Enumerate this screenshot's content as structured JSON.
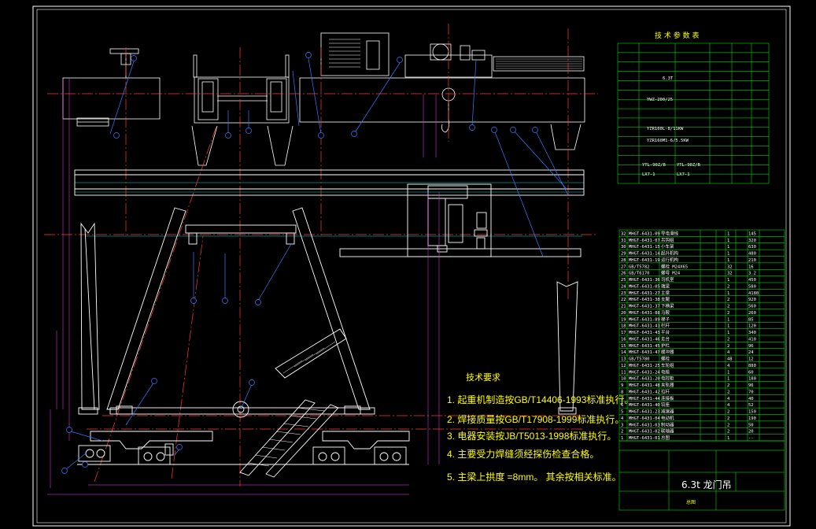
{
  "drawing": {
    "params_title": "技 术 参 数 表",
    "params_cells": [
      "YTL-90Z/B",
      "YTL-90Z/B",
      "LX7-1",
      "LX7-1",
      "6.3T",
      "YZR160L-8/11KW",
      "YZR160M1-6/5.5KW",
      "YWZ-200/25"
    ],
    "notes_title": "技术要求",
    "notes": [
      "1. 起重机制造按GB/T14406-1993标准执行。",
      "2. 焊接质量按GB/T17908-1999标准执行。",
      "3. 电器安装按JB/T5013-1998标准执行。",
      "4. 主要受力焊缝须经探伤检查合格。",
      "5. 主梁上拱度 =8mm。 其余按相关标准。"
    ],
    "bom_rows": [
      {
        "no": "32",
        "code": "MHGT-6431-09",
        "name": "导电滑线",
        "qty": "1",
        "wt": "145"
      },
      {
        "no": "31",
        "code": "MHGT-6431-07",
        "name": "吊钩组",
        "qty": "1",
        "wt": "320"
      },
      {
        "no": "30",
        "code": "MHGT-6431-15",
        "name": "小车架",
        "qty": "1",
        "wt": "630"
      },
      {
        "no": "29",
        "code": "MHGT-6431-14",
        "name": "起升机构",
        "qty": "1",
        "wt": "480"
      },
      {
        "no": "28",
        "code": "MHGT-6431-19",
        "name": "运行机构",
        "qty": "1",
        "wt": "210"
      },
      {
        "no": "27",
        "code": "GB/T5782",
        "name": "螺栓 M24X65",
        "qty": "32",
        "wt": "16"
      },
      {
        "no": "26",
        "code": "GB/T6170",
        "name": "螺母 M24",
        "qty": "32",
        "wt": "3.2"
      },
      {
        "no": "25",
        "code": "MHGT-6431-36",
        "name": "司机室",
        "qty": "1",
        "wt": "450"
      },
      {
        "no": "24",
        "code": "MHGT-6431-05",
        "name": "端梁",
        "qty": "2",
        "wt": "580"
      },
      {
        "no": "23",
        "code": "MHGT-6431-27",
        "name": "主梁",
        "qty": "1",
        "wt": "4180"
      },
      {
        "no": "22",
        "code": "MHGT-6431-38",
        "name": "支腿",
        "qty": "2",
        "wt": "920"
      },
      {
        "no": "21",
        "code": "MHGT-6431-37",
        "name": "下横梁",
        "qty": "2",
        "wt": "560"
      },
      {
        "no": "20",
        "code": "MHGT-6431-88",
        "name": "马鞍",
        "qty": "2",
        "wt": "260"
      },
      {
        "no": "19",
        "code": "MHGT-6431-89",
        "name": "梯子",
        "qty": "1",
        "wt": "85"
      },
      {
        "no": "18",
        "code": "MHGT-6431-41",
        "name": "栏杆",
        "qty": "1",
        "wt": "120"
      },
      {
        "no": "17",
        "code": "MHGT-6431-43",
        "name": "平台",
        "qty": "1",
        "wt": "340"
      },
      {
        "no": "16",
        "code": "MHGT-6431-46",
        "name": "走台",
        "qty": "2",
        "wt": "410"
      },
      {
        "no": "15",
        "code": "MHGT-6431-45",
        "name": "护栏",
        "qty": "2",
        "wt": "96"
      },
      {
        "no": "14",
        "code": "MHGT-6431-47",
        "name": "缓冲器",
        "qty": "4",
        "wt": "24"
      },
      {
        "no": "13",
        "code": "GB/T5780",
        "name": "螺栓",
        "qty": "48",
        "wt": "12"
      },
      {
        "no": "12",
        "code": "MHGT-6431-25",
        "name": "车轮组",
        "qty": "4",
        "wt": "880"
      },
      {
        "no": "11",
        "code": "MHGT-6431-24",
        "name": "电缆",
        "qty": "1",
        "wt": "60"
      },
      {
        "no": "10",
        "code": "MHGT-6431-20",
        "name": "电控柜",
        "qty": "1",
        "wt": "180"
      },
      {
        "no": "9",
        "code": "MHGT-6431-48",
        "name": "夹轨器",
        "qty": "2",
        "wt": "96"
      },
      {
        "no": "8",
        "code": "MHGT-6431-42",
        "name": "拉杆",
        "qty": "2",
        "wt": "70"
      },
      {
        "no": "7",
        "code": "MHGT-6431-44",
        "name": "连接板",
        "qty": "4",
        "wt": "40"
      },
      {
        "no": "6",
        "code": "MHGT-6431-40",
        "name": "铰座",
        "qty": "4",
        "wt": "52"
      },
      {
        "no": "5",
        "code": "MHGT-6431-23",
        "name": "减速器",
        "qty": "2",
        "wt": "150"
      },
      {
        "no": "4",
        "code": "MHGT-6431-04",
        "name": "电动机",
        "qty": "2",
        "wt": "190"
      },
      {
        "no": "3",
        "code": "MHGT-6431-03",
        "name": "制动器",
        "qty": "2",
        "wt": "50"
      },
      {
        "no": "2",
        "code": "MHGT-6431-02",
        "name": "联轴器",
        "qty": "2",
        "wt": "20"
      },
      {
        "no": "1",
        "code": "MHGT-6431-01",
        "name": "总图",
        "qty": "1",
        "wt": "--"
      }
    ],
    "title_block": {
      "name": "6.3t 龙门吊",
      "drawing_type": "总图"
    },
    "colors": {
      "frame": "#ffffff",
      "steel": "#ffffff",
      "center": "#ff3b3b",
      "leader": "#3b7bff",
      "dim": "#ff3bff",
      "table": "#00ff00",
      "text": "#ffff00",
      "hidden": "#00e0e0"
    }
  }
}
